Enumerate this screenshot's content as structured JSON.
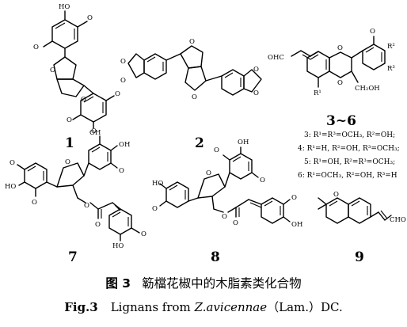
{
  "compounds": [
    {
      "number": "1"
    },
    {
      "number": "2"
    },
    {
      "number": "3~6"
    },
    {
      "number": "7"
    },
    {
      "number": "8"
    },
    {
      "number": "9"
    }
  ],
  "legend": [
    "3: R¹=R³=OCH₃, R²=OH;",
    "4: R¹=H, R²=OH, R³=OCH₃;",
    "5: R¹=OH, R²=R³=OCH₃;",
    "6: R¹=OCH₃, R²=OH, R³=H"
  ],
  "atom_labels": {
    "oh": "HO",
    "oh_r": "OH",
    "ome": "O",
    "o": "O",
    "cho": "OHC",
    "cho_r": "CHO",
    "ch2oh": "CH₂OH",
    "r1": "R¹",
    "r2": "R²",
    "r3": "R³"
  },
  "caption": {
    "cn_label": "图 3",
    "cn_text": "簕檔花椒中的木脂素类化合物",
    "en_label": "Fig.3",
    "en_pre": "Lignans from ",
    "en_species": "Z.avicennae",
    "en_post": "（Lam.）DC."
  }
}
